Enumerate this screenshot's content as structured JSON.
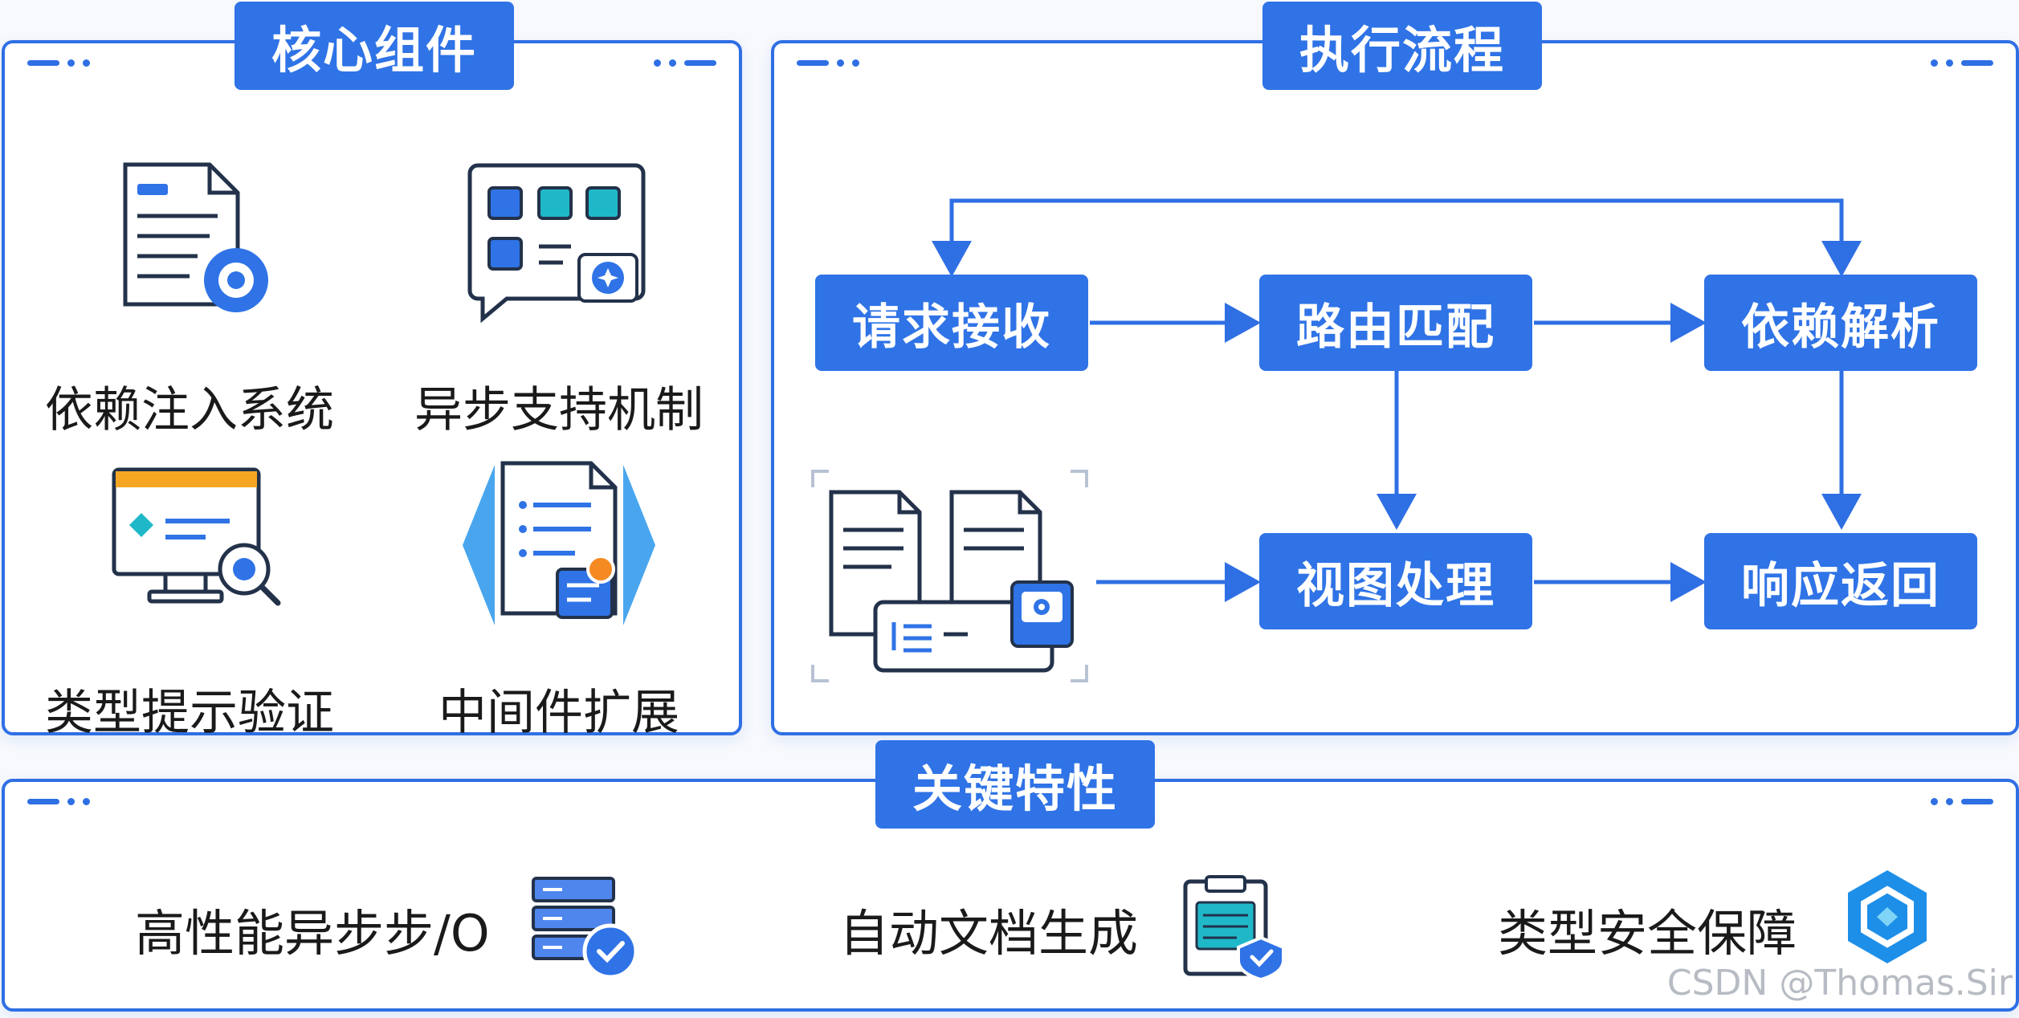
{
  "core_components": {
    "title": "核心组件",
    "items": [
      {
        "label": "依赖注入系统",
        "icon": "document-gear-icon"
      },
      {
        "label": "异步支持机制",
        "icon": "grid-dashboard-icon"
      },
      {
        "label": "类型提示验证",
        "icon": "monitor-inspect-icon"
      },
      {
        "label": "中间件扩展",
        "icon": "document-layers-icon"
      }
    ]
  },
  "execution_flow": {
    "title": "执行流程",
    "steps": [
      "请求接收",
      "路由匹配",
      "依赖解析",
      "视图处理",
      "响应返回"
    ],
    "illustration": "documents-camera-icon"
  },
  "key_features": {
    "title": "关键特性",
    "items": [
      {
        "label": "高性能异步步/O",
        "icon": "server-check-icon"
      },
      {
        "label": "自动文档生成",
        "icon": "clipboard-check-icon"
      },
      {
        "label": "类型安全保障",
        "icon": "hexagon-shield-icon"
      }
    ]
  },
  "watermark": "CSDN @Thomas.Sir",
  "colors": {
    "accent": "#2f73e6",
    "border": "#2f6fe4",
    "text": "#1a1a1a",
    "teal": "#1fb8c9",
    "orange": "#f5a623"
  }
}
